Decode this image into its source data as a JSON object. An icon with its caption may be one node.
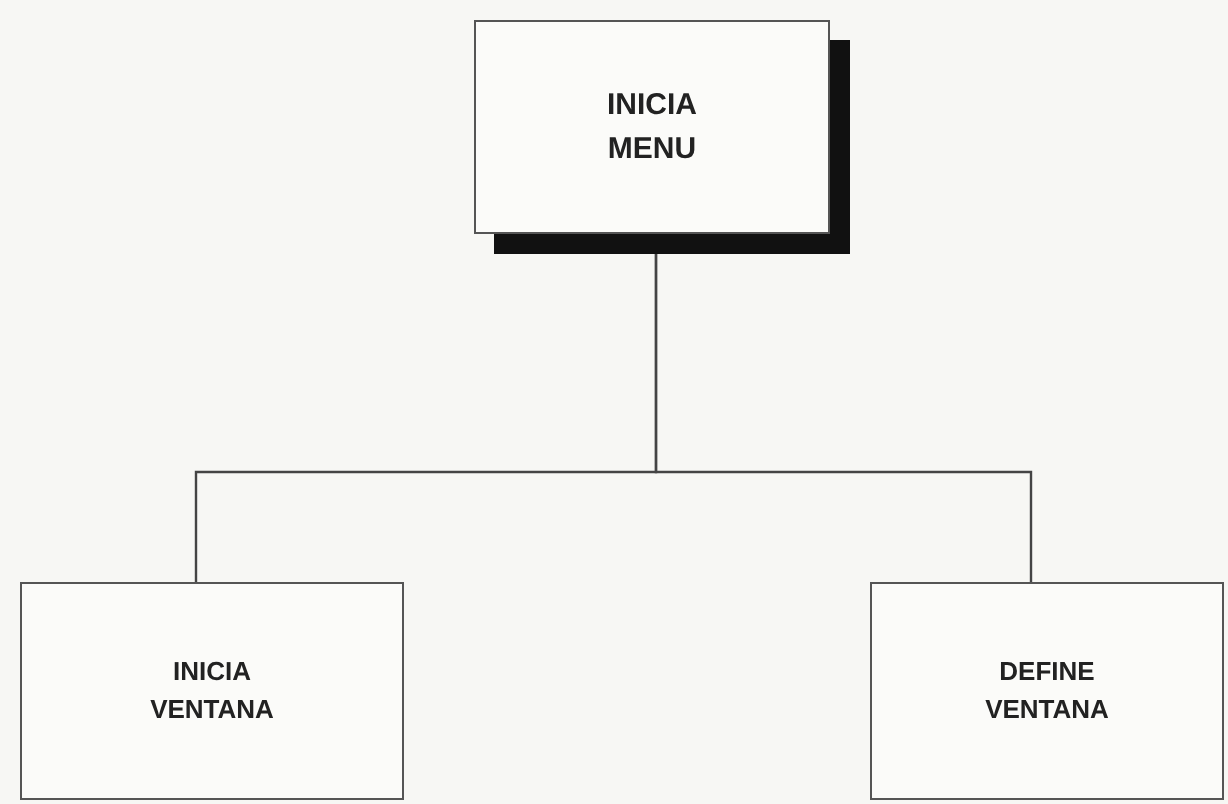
{
  "diagram": {
    "nodes": [
      {
        "text": [
          "INICIA MENU"
        ]
      },
      {
        "text": [
          "INICIA VENTANA"
        ]
      },
      {
        "text": [
          "DEFINE VENTANA"
        ]
      }
    ],
    "edges": [
      {
        "from": 0,
        "to": 1,
        "arrow": "none"
      },
      {
        "from": 0,
        "to": 2,
        "arrow": "none"
      }
    ]
  }
}
